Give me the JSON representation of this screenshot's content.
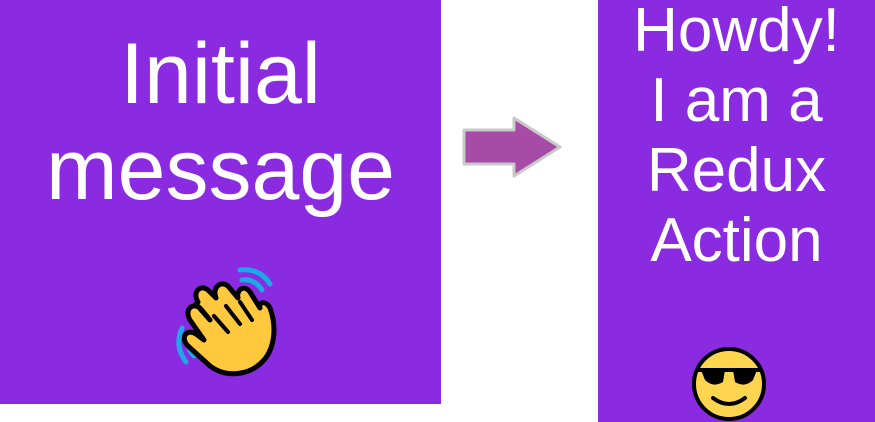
{
  "left_panel": {
    "text": "Initial message",
    "icon": "waving-hand-icon",
    "color": "#8a2be2"
  },
  "arrow": {
    "icon": "right-arrow-icon",
    "color": "#a64ca6"
  },
  "right_panel": {
    "lines": [
      "Howdy!",
      "I am a",
      "Redux",
      "Action"
    ],
    "icon": "smiling-face-with-sunglasses-icon",
    "color": "#8a2be2"
  }
}
